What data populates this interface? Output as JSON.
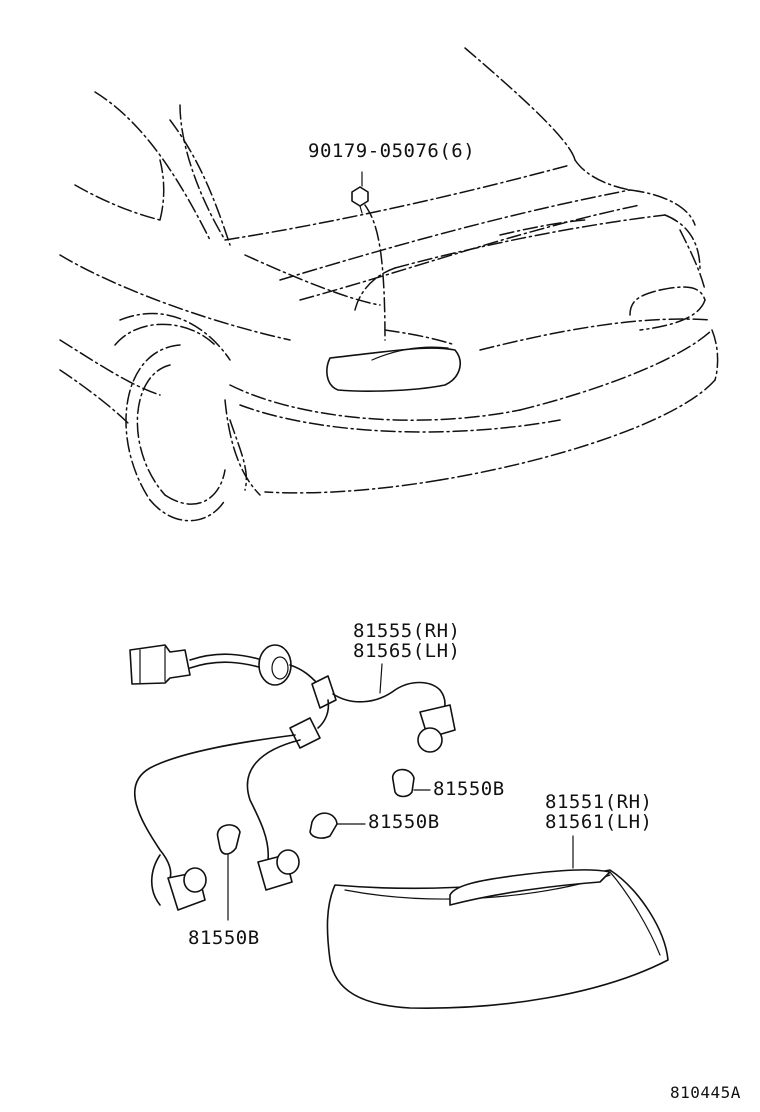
{
  "labels": {
    "bolt": "90179-05076(6)",
    "harness_rh": "81555(RH)",
    "harness_lh": "81565(LH)",
    "bulb_a": "81550B",
    "bulb_b": "81550B",
    "bulb_c": "81550B",
    "lens_rh": "81551(RH)",
    "lens_lh": "81561(LH)",
    "figure_id": "810445A"
  },
  "icons": [
    "car-rear-outline",
    "bolt-icon",
    "wire-harness",
    "socket-icon",
    "bulb-icon",
    "rear-combination-lamp"
  ]
}
